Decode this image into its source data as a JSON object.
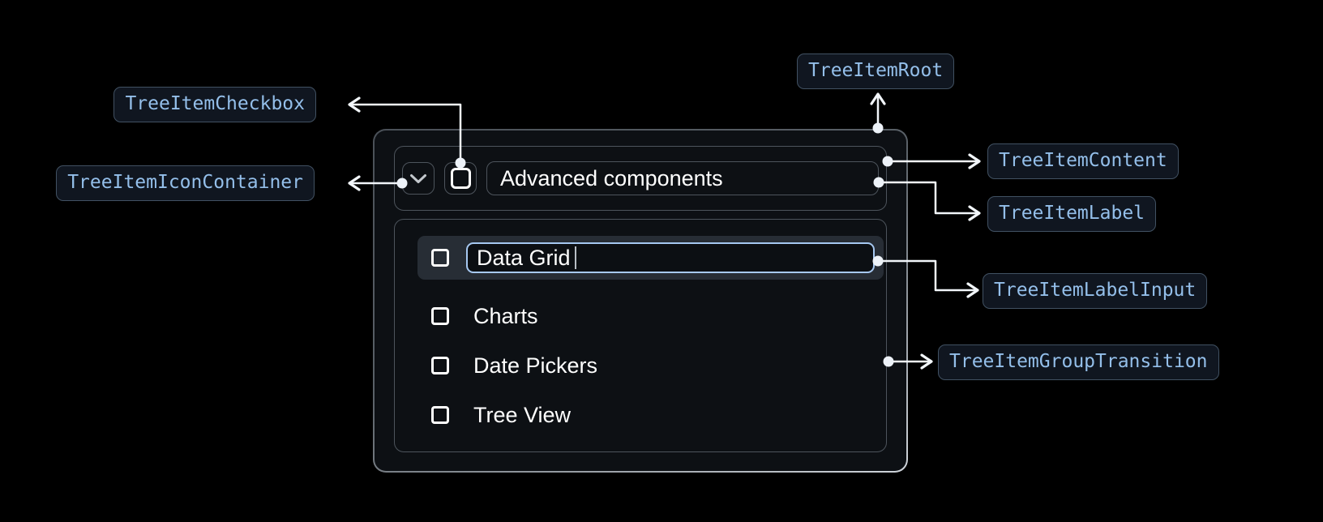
{
  "annotations": {
    "root": "TreeItemRoot",
    "checkbox": "TreeItemCheckbox",
    "icon_container": "TreeItemIconContainer",
    "content": "TreeItemContent",
    "label": "TreeItemLabel",
    "label_input": "TreeItemLabelInput",
    "group_transition": "TreeItemGroupTransition"
  },
  "tree": {
    "parent_label": "Advanced components",
    "editing_item": {
      "value": "Data Grid"
    },
    "items": [
      "Charts",
      "Date Pickers",
      "Tree View"
    ]
  },
  "icons": {
    "expand": "chevron-down-icon",
    "checkbox_unchecked": "checkbox-unchecked-icon"
  },
  "colors": {
    "background": "#000000",
    "surface": "#0d1014",
    "outline": "#4d545c",
    "annotation_text": "#94bfea",
    "annotation_border": "#415162",
    "annotation_bg": "#101620",
    "focus_ring_blue": "#a6c8f1",
    "selected_row_bg": "#272d35",
    "connector_white": "#f2f6fa",
    "text_primary": "#ffffff"
  }
}
